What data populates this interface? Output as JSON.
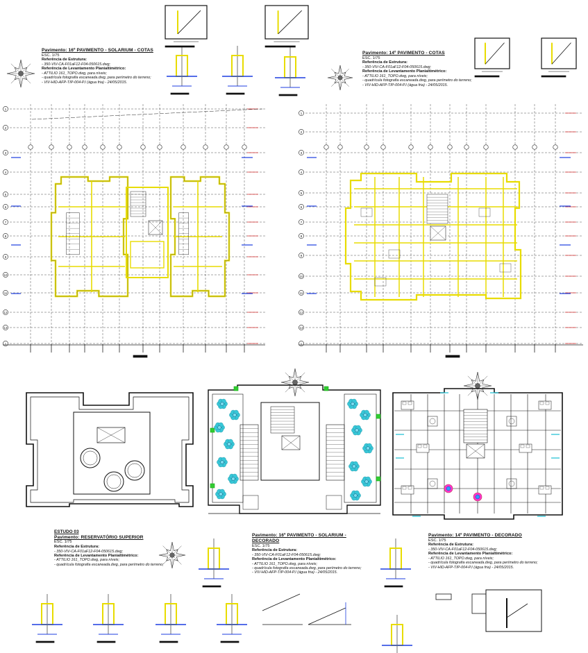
{
  "sheet": {
    "grid_labels": [
      "1",
      "2",
      "3",
      "4",
      "5",
      "6",
      "7",
      "8",
      "9",
      "10",
      "11",
      "12",
      "13"
    ]
  },
  "notes": {
    "solarium_cotas": {
      "title": "Pavimento: 16º PAVIMENTO - SOLARIUM - COTAS",
      "scale": "ESC. 1/75",
      "ref_head": "Referência de Estrutura:",
      "ref_line": "- 350-VIV-CA-F01aF12-F04-050615.dwg;",
      "survey_head": "Referência de Levantamento Planialtimétrico:",
      "survey_lines": [
        "- ATTILIO 161_TOPO.dwg, para níveis;",
        "- quadrícula fotografia escaneada.dwg, para perímetro do terreno;",
        "- VIV-HID-AFP-TIP-004-P.I (água fria) - 24/05/2015."
      ]
    },
    "p14_cotas": {
      "title": "Pavimento: 14º PAVIMENTO - COTAS",
      "scale": "ESC. 1/75",
      "ref_head": "Referência de Estrutura:",
      "ref_line": "- 350-VIV-CA-F01aF12-F04-050615.dwg;",
      "survey_head": "Referência de Levantamento Planialtimétrico:",
      "survey_lines": [
        "- ATTILIO 161_TOPO.dwg, para níveis;",
        "- quadrícula fotografia escaneada.dwg, para perímetro do terreno;",
        "- VIV-HID-AFP-TIP-004-P.I (água fria) - 24/05/2015."
      ]
    },
    "estudo": {
      "study": "ESTUDO 03",
      "title": "Pavimento: RESERVATÓRIO SUPERIOR",
      "scale": "ESC. 1/75",
      "ref_head": "Referência de Estrutura:",
      "ref_line": "- 350-VIV-CA-F01aF12-F04-050615.dwg;",
      "survey_head": "Referência de Levantamento Planialtimétrico:",
      "survey_lines": [
        "- ATTILIO 161_TOPO.dwg, para níveis;",
        "- quadrícula fotografia escaneada.dwg, para perímetro do terreno;"
      ]
    },
    "solarium_decorado": {
      "title": "Pavimento: 16º PAVIMENTO - SOLARIUM - DECORADO",
      "scale": "ESC. 1/75",
      "ref_head": "Referência de Estrutura:",
      "ref_line": "- 350-VIV-CA-F01aF12-F04-050615.dwg;",
      "survey_head": "Referência de Levantamento Planialtimétrico:",
      "survey_lines": [
        "- ATTILIO 161_TOPO.dwg, para níveis;",
        "- quadrícula fotografia escaneada.dwg, para perímetro do terreno;",
        "- VIV-HID-AFP-TIP-004-P.I (água fria) - 24/05/2015."
      ]
    },
    "p14_decorado": {
      "title": "Pavimento: 14º PAVIMENTO - DECORADO",
      "scale": "ESC. 1/75",
      "ref_head": "Referência de Estrutura:",
      "ref_line": "- 350-VIV-CA-F01aF12-F04-050615.dwg;",
      "survey_head": "Referência de Levantamento Planialtimétrico:",
      "survey_lines": [
        "- ATTILIO 161_TOPO.dwg, para níveis;",
        "- quadrícula fotografia escaneada.dwg, para perímetro do terreno;",
        "- VIV-HID-AFP-TIP-004-P.I (água fria) - 24/05/2015."
      ]
    }
  },
  "colors": {
    "wall": "#e8dc00",
    "grid": "#222222",
    "dim": "#1c3de0",
    "mark": "#d11b1b",
    "cyan": "#38c7d8",
    "dark": "#111111"
  },
  "icons": [
    "north-arrow-icon",
    "stair-icon",
    "tree-icon",
    "furniture-icon"
  ]
}
